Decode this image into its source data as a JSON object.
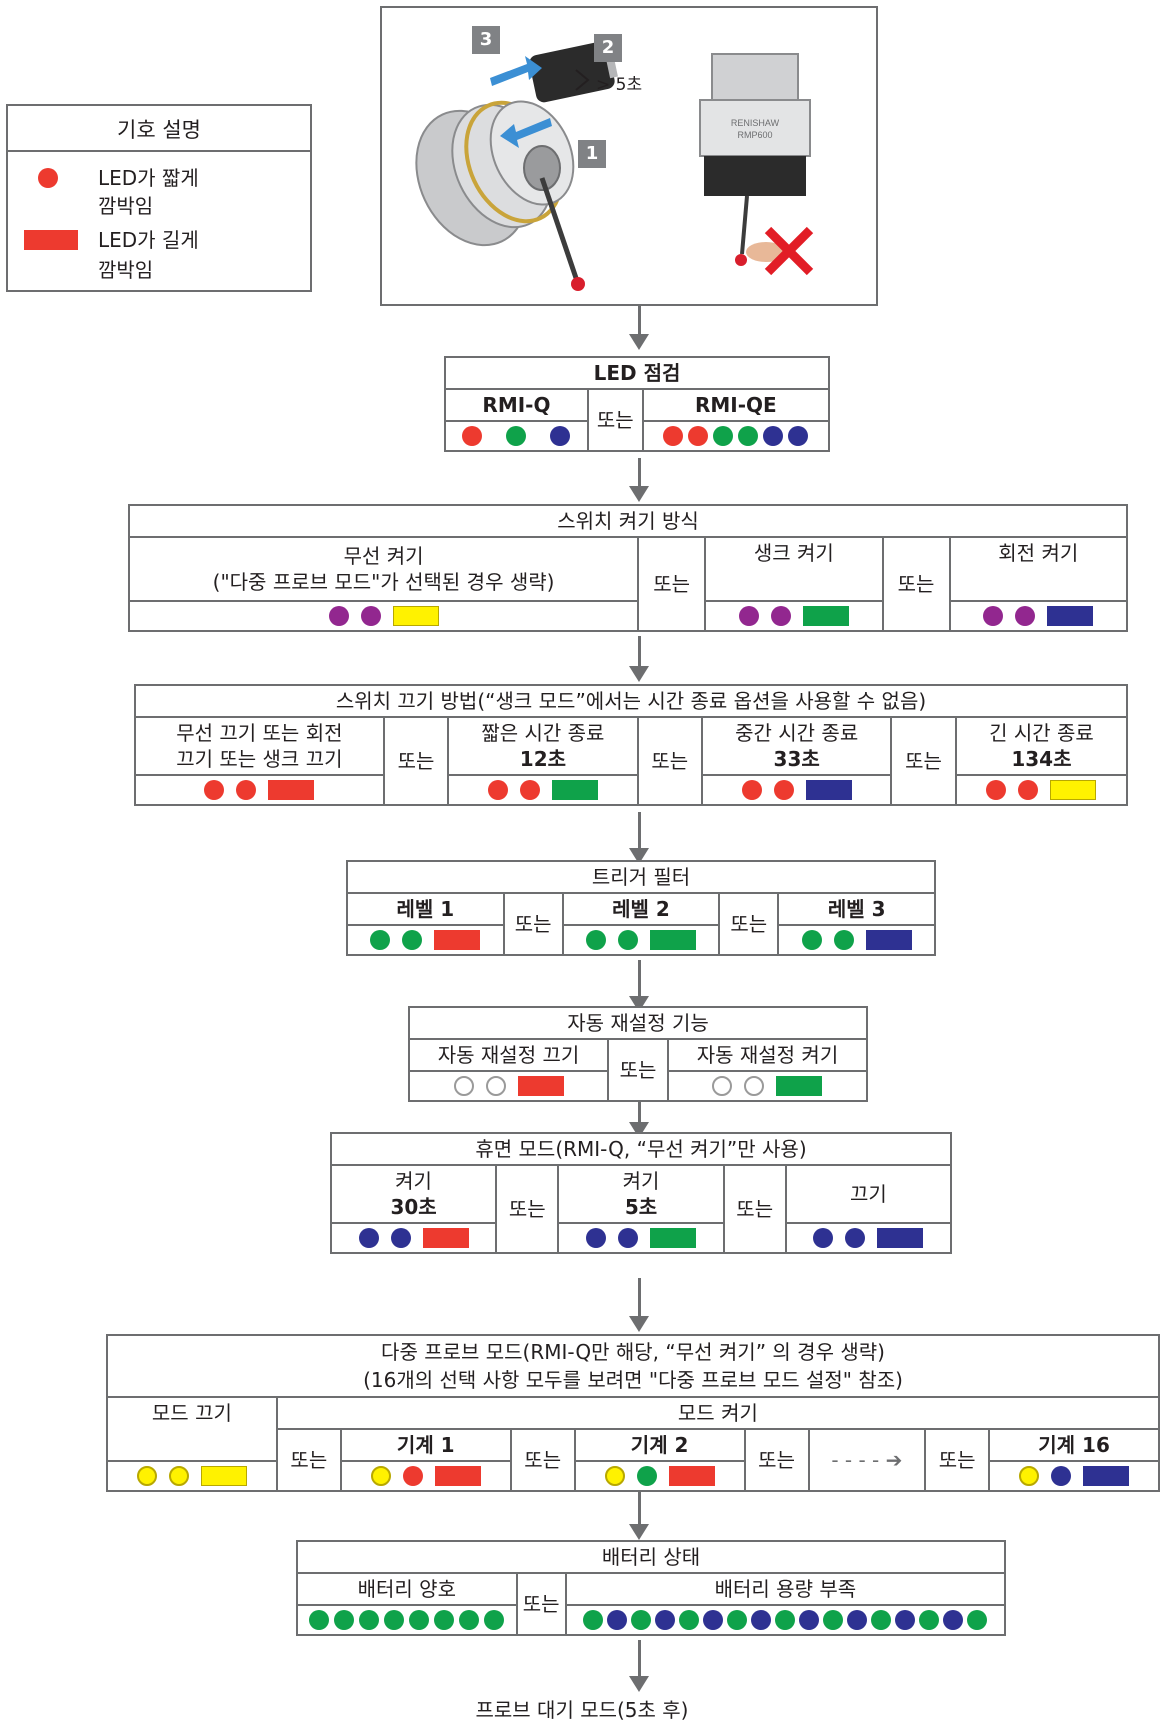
{
  "legend": {
    "title": "기호 설명",
    "short_label_1": "LED가 짧게",
    "short_label_2": "깜박임",
    "long_label_1": "LED가 길게",
    "long_label_2": "깜박임"
  },
  "illustration": {
    "step1": "1",
    "step2": "2",
    "step3": "3",
    "step2_note": "> 5초",
    "probe_brand": "RENISHAW",
    "probe_model": "RMP600"
  },
  "led_check": {
    "title": "LED 점검",
    "left_label": "RMI-Q",
    "or": "또는",
    "right_label": "RMI-QE"
  },
  "switch_on": {
    "title": "스위치 켜기 방식",
    "radio_1": "무선 켜기",
    "radio_2": "(\"다중 프로브 모드\"가 선택된 경우 생략)",
    "shank": "생크 켜기",
    "spin": "회전 켜기",
    "or": "또는"
  },
  "switch_off": {
    "title": "스위치 끄기 방법(“생크 모드”에서는 시간 종료 옵션을 사용할 수 없음)",
    "opt1_a": "무선 끄기 또는 회전",
    "opt1_b": "끄기 또는 생크 끄기",
    "short_a": "짧은 시간 종료",
    "short_b": "12초",
    "medium_a": "중간 시간 종료",
    "medium_b": "33초",
    "long_a": "긴 시간 종료",
    "long_b": "134초",
    "or": "또는"
  },
  "trigger_filter": {
    "title": "트리거 필터",
    "level1": "레벨 1",
    "level2": "레벨 2",
    "level3": "레벨 3",
    "or": "또는"
  },
  "auto_reset": {
    "title": "자동 재설정 기능",
    "off": "자동 재설정 끄기",
    "on": "자동 재설정 켜기",
    "or": "또는"
  },
  "sleep_mode": {
    "title": "휴면 모드(RMI-Q, “무선 켜기”만 사용)",
    "on30_a": "켜기",
    "on30_b": "30초",
    "on5_a": "켜기",
    "on5_b": "5초",
    "off": "끄기",
    "or": "또는"
  },
  "multi_probe": {
    "title_1": "다중 프로브 모드(RMI-Q만 해당, “무선 켜기” 의 경우 생략)",
    "title_2": "(16개의 선택 사항 모두를 보려면 \"다중 프로브 모드 설정\" 참조)",
    "mode_off": "모드 끄기",
    "mode_on": "모드 켜기",
    "machine1": "기계 1",
    "machine2": "기계 2",
    "machine16": "기계 16",
    "ellipsis": "- - - - ➔",
    "or": "또는"
  },
  "battery": {
    "title": "배터리 상태",
    "good": "배터리 양호",
    "low": "배터리 용량 부족",
    "or": "또는"
  },
  "standby": "프로브 대기 모드(5초 후)",
  "colors": {
    "red": "#ed3a2f",
    "green": "#0fa24a",
    "blue": "#2e3192",
    "purple": "#92278f",
    "yellow": "#fff200",
    "border": "#6d6e70"
  }
}
